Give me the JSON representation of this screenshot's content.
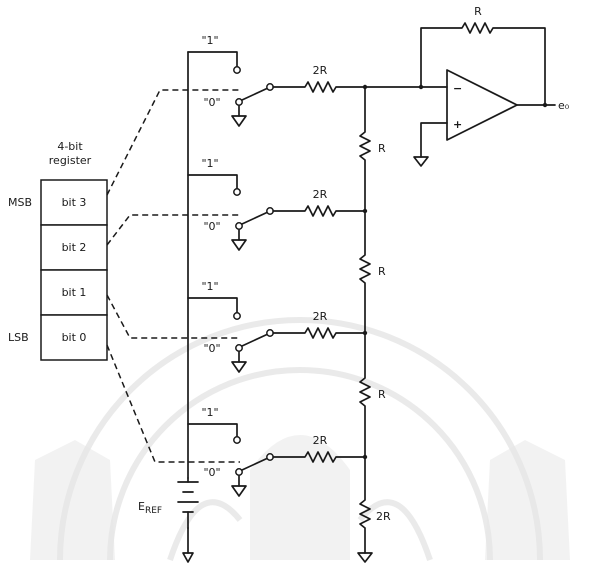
{
  "register": {
    "title_line1": "4-bit",
    "title_line2": "register",
    "bits": [
      "bit 3",
      "bit 2",
      "bit 1",
      "bit 0"
    ],
    "msb_label": "MSB",
    "lsb_label": "LSB"
  },
  "switch_labels": {
    "one": "\"1\"",
    "zero": "\"0\""
  },
  "resistors": {
    "feedback": "R",
    "series": "2R",
    "ladder": "R",
    "termination": "2R"
  },
  "opamp": {
    "inverting": "−",
    "noninverting": "+",
    "output": "e₀"
  },
  "reference": {
    "label": "E",
    "subscript": "REF"
  }
}
